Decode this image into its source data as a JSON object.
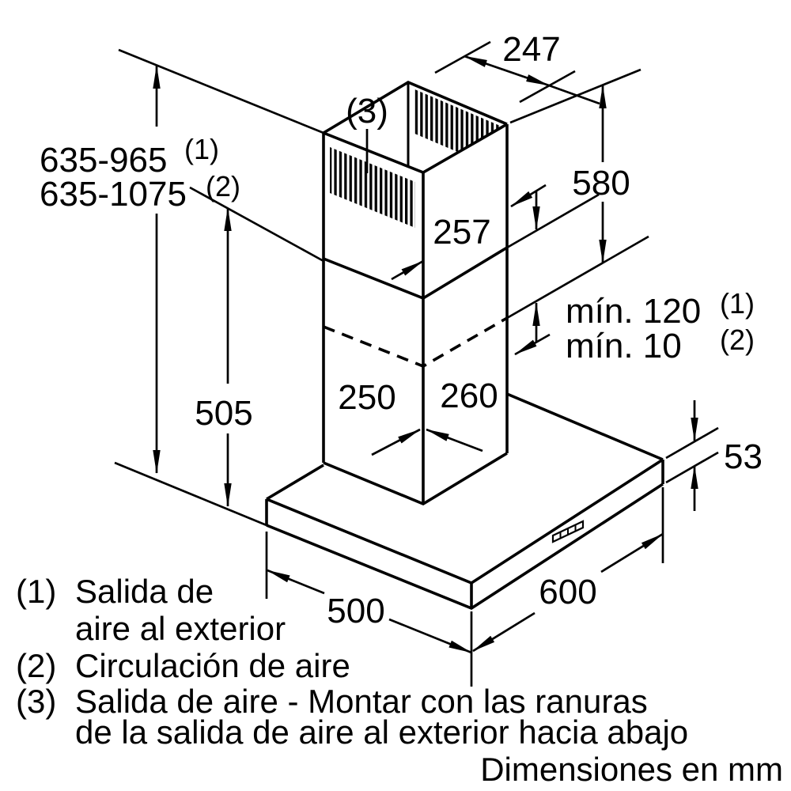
{
  "figure": {
    "background": "#ffffff",
    "line_color": "#000000",
    "units_note": "mm"
  },
  "dimensions": {
    "top_depth": "247",
    "upper_section_height": "580",
    "upper_front_width": "257",
    "lower_left_width": "250",
    "lower_front_width": "260",
    "canopy_thickness": "53",
    "canopy_depth": "500",
    "canopy_width": "600",
    "lower_assembly_height": "505",
    "total_height_duct": "635-965",
    "total_height_duct_sup": "(1)",
    "total_height_recirc": "635-1075",
    "total_height_recirc_sup": "(2)",
    "min_overlap_duct": "mín. 120",
    "min_overlap_duct_sup": "(1)",
    "min_overlap_recirc": "mín. 10",
    "min_overlap_recirc_sup": "(2)",
    "slots_callout": "(3)"
  },
  "legend": {
    "item1_num": "(1)",
    "item1_line1": "Salida de",
    "item1_line2": "aire al exterior",
    "item2_num": "(2)",
    "item2_line1": "Circulación de aire",
    "item3_num": "(3)",
    "item3_line1": "Salida de aire - Montar con las ranuras",
    "item3_line2": "de la salida de aire al exterior hacia abajo",
    "footer": "Dimensiones en mm"
  }
}
